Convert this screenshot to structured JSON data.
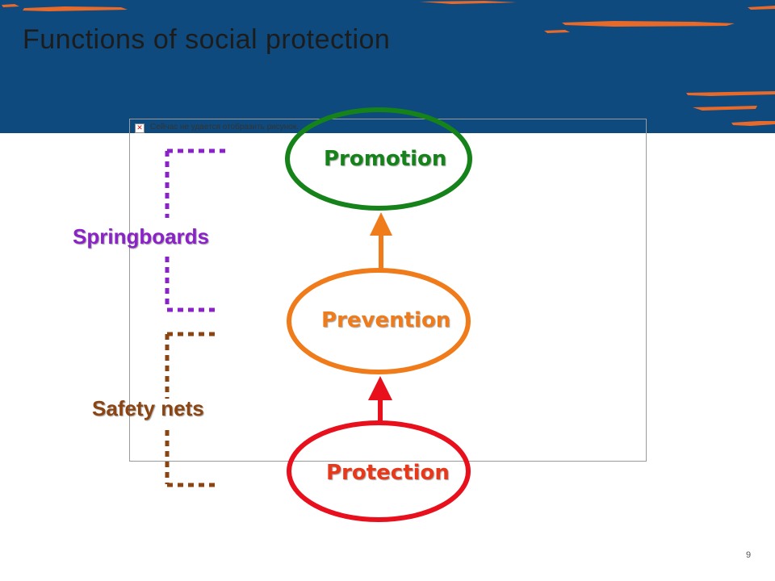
{
  "slide": {
    "title": "Functions of social protection",
    "page_number": "9"
  },
  "broken_image": {
    "alt_text": "Сейчас не удается отобразить рисунок."
  },
  "diagram": {
    "nodes": [
      {
        "id": "promotion",
        "label": "Promotion",
        "color": "#15831a"
      },
      {
        "id": "prevention",
        "label": "Prevention",
        "color": "#f07b1a"
      },
      {
        "id": "protection",
        "label": "Protection",
        "color": "#e8381c"
      }
    ],
    "groups": [
      {
        "id": "springboards",
        "label": "Springboards",
        "color": "#8a21c9"
      },
      {
        "id": "safety-nets",
        "label": "Safety nets",
        "color": "#8b4513"
      }
    ],
    "arrows": [
      {
        "from": "protection",
        "to": "prevention",
        "color": "#e8101c"
      },
      {
        "from": "prevention",
        "to": "promotion",
        "color": "#f07b1a"
      }
    ]
  },
  "colors": {
    "header_background": "#0e4a7e",
    "header_streaks": "#e86a2a"
  }
}
